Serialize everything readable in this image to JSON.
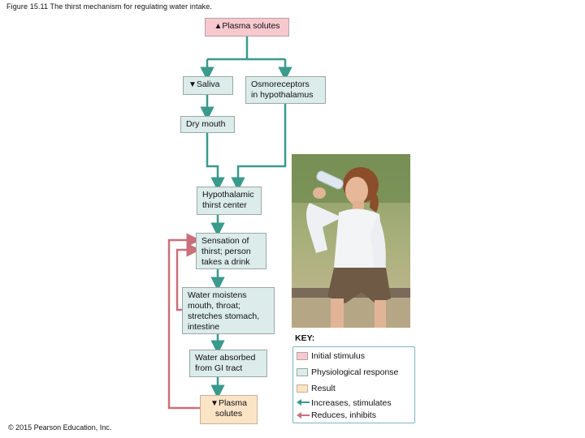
{
  "caption": "Figure 15.11 The thirst mechanism for regulating water intake.",
  "copyright": "© 2015 Pearson Education, Inc.",
  "boxes": {
    "plasma_top": {
      "arrow": "▲",
      "text": "Plasma solutes"
    },
    "saliva": {
      "arrow": "▼",
      "text": "Saliva"
    },
    "osmo": {
      "line1": "Osmoreceptors",
      "line2": "in hypothalamus"
    },
    "dry_mouth": {
      "text": "Dry mouth"
    },
    "hypo": {
      "line1": "Hypothalamic",
      "line2": "thirst center"
    },
    "sensation": {
      "line1": "Sensation of",
      "line2": "thirst; person",
      "line3": "takes a drink"
    },
    "water_moistens": {
      "line1": "Water moistens",
      "line2": "mouth, throat;",
      "line3": "stretches stomach,",
      "line4": "intestine"
    },
    "water_absorbed": {
      "line1": "Water absorbed",
      "line2": "from GI tract"
    },
    "plasma_bottom": {
      "arrow": "▼",
      "line1": "Plasma",
      "line2": "solutes"
    }
  },
  "key": {
    "title": "KEY:",
    "items": [
      {
        "label": "Initial stimulus",
        "color": "#f7c9cf"
      },
      {
        "label": "Physiological response",
        "color": "#dbecea"
      },
      {
        "label": "Result",
        "color": "#fbe3c6"
      }
    ],
    "arrows": [
      {
        "label": "Increases, stimulates",
        "color": "#3a9a8c"
      },
      {
        "label": "Reduces, inhibits",
        "color": "#c9707a"
      }
    ]
  },
  "colors": {
    "stimulate": "#3a9a8c",
    "inhibit": "#c9707a"
  }
}
